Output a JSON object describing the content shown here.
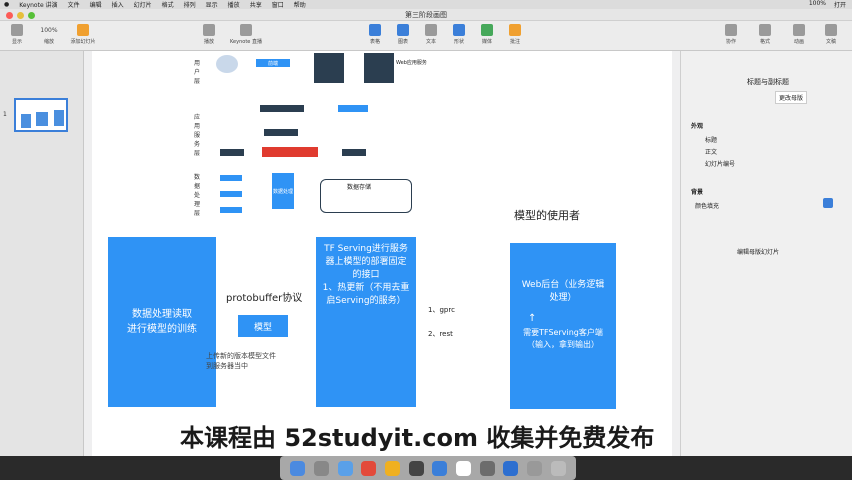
{
  "menubar": {
    "app": "Keynote 讲演",
    "items": [
      "文件",
      "编辑",
      "插入",
      "幻灯片",
      "格式",
      "排列",
      "显示",
      "播放",
      "共享",
      "窗口",
      "帮助"
    ],
    "battery": "100%",
    "right_items": [
      "打开"
    ]
  },
  "window": {
    "title": "第三阶段画图"
  },
  "toolbar": {
    "zoom": "100%",
    "items": [
      "显示",
      "缩放",
      "添加幻灯片",
      "播放",
      "Keynote 直播",
      "表格",
      "图表",
      "文本",
      "形状",
      "媒体",
      "批注",
      "协作",
      "格式",
      "动画",
      "文稿"
    ]
  },
  "navigator": {
    "slide_number": "1"
  },
  "slide": {
    "row_labels": {
      "user": "用户层",
      "business": "应用服务层",
      "data": "数据处理层"
    },
    "top_small": [
      "前端",
      "Web应用服务"
    ],
    "data_store": "数据存储",
    "data_store_inner": "数据处理",
    "users_title": "模型的使用者",
    "left_box": "数据处理读取\n进行模型的训练",
    "protocol": "protobuffer协议",
    "model_label": "模型",
    "model_note": "上传新的版本模型文件\n到服务器当中",
    "tf_box": "TF Serving进行服务器上模型的部署固定的接口\n1、热更新（不用去重启Serving的服务）",
    "api_1": "1、gprc",
    "api_2": "2、rest",
    "web_box_top": "Web后台（业务逻辑处理）",
    "web_box_bottom": "需要TFServing客户端\n（输入，拿到输出）"
  },
  "inspector": {
    "items": [
      "标题与副标题",
      "更改母版",
      "外观",
      "标题",
      "正文",
      "幻灯片编号",
      "背景",
      "颜色填充",
      "编辑母版幻灯片"
    ]
  },
  "watermark": "本课程由 52studyit.com 收集并免费发布",
  "colors": {
    "accent_blue": "#2f93f5",
    "dark_box": "#2b3e50",
    "red_box": "#e03b2f"
  }
}
